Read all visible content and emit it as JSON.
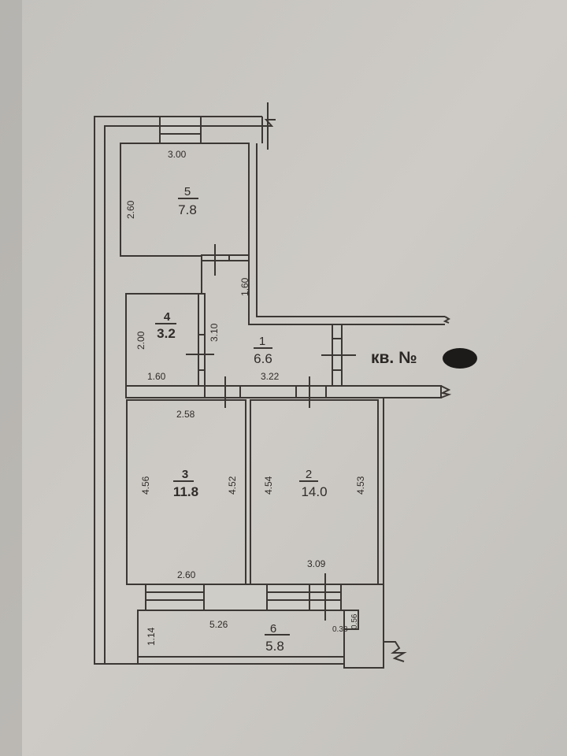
{
  "plan": {
    "apartment_label": "кв. №",
    "rooms": [
      {
        "number": "1",
        "area": "6.6",
        "dims": [
          "1.60",
          "3.10",
          "3.22"
        ]
      },
      {
        "number": "2",
        "area": "14.0",
        "dims": [
          "4.54",
          "4.53",
          "3.09"
        ]
      },
      {
        "number": "3",
        "area": "11.8",
        "dims": [
          "2.58",
          "4.56",
          "4.52",
          "2.60"
        ]
      },
      {
        "number": "4",
        "area": "3.2",
        "dims": [
          "2.00",
          "1.60"
        ]
      },
      {
        "number": "5",
        "area": "7.8",
        "dims": [
          "3.00",
          "2.60"
        ]
      },
      {
        "number": "6",
        "area": "5.8",
        "dims": [
          "5.26",
          "1.14",
          "0.38",
          "0.56"
        ]
      }
    ]
  },
  "colors": {
    "paper": "#c9c7c2",
    "ink": "#3b3734"
  }
}
